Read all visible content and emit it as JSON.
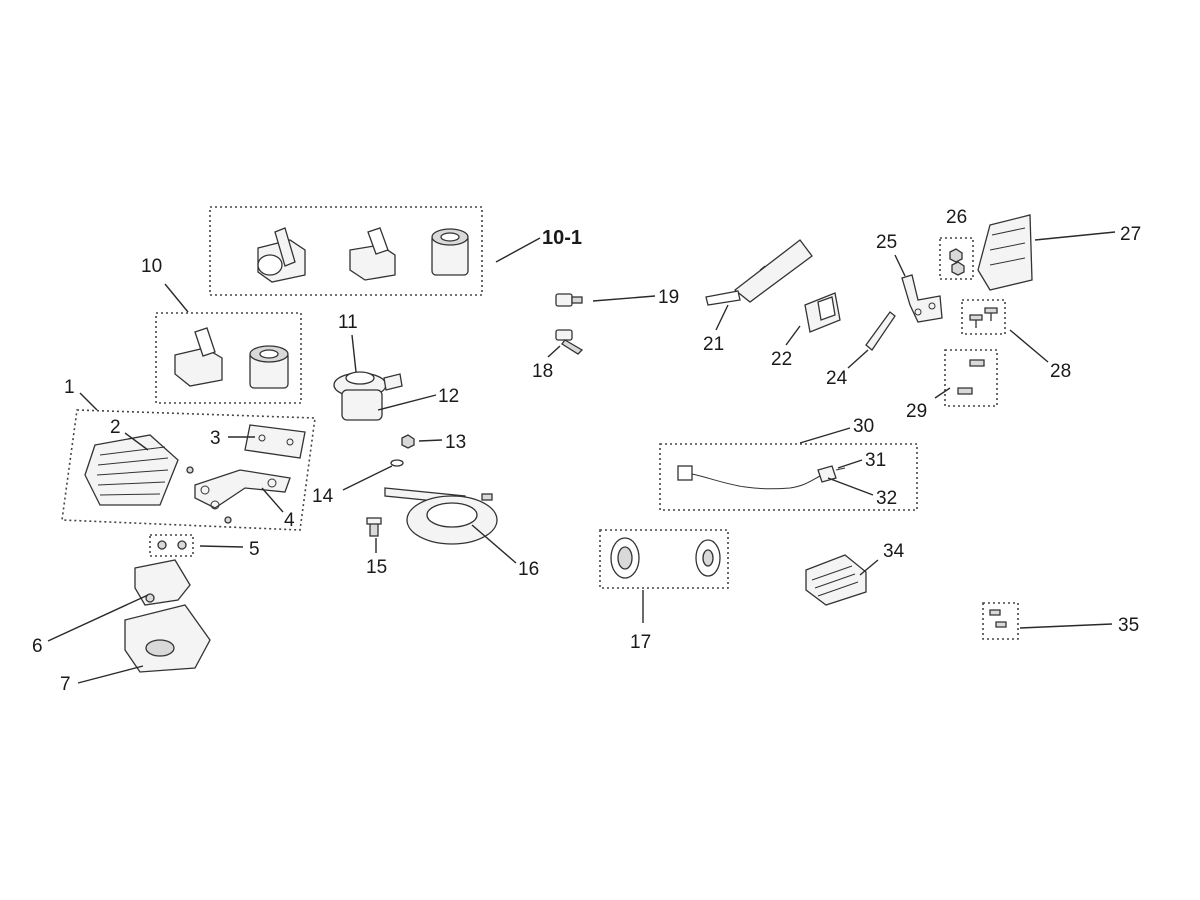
{
  "parts": [
    {
      "id": "label-1",
      "text": "1"
    },
    {
      "id": "label-2",
      "text": "2"
    },
    {
      "id": "label-3",
      "text": "3"
    },
    {
      "id": "label-4",
      "text": "4"
    },
    {
      "id": "label-5",
      "text": "5"
    },
    {
      "id": "label-6",
      "text": "6"
    },
    {
      "id": "label-7",
      "text": "7"
    },
    {
      "id": "label-10",
      "text": "10"
    },
    {
      "id": "label-10-1",
      "text": "10-1"
    },
    {
      "id": "label-11",
      "text": "11"
    },
    {
      "id": "label-12",
      "text": "12"
    },
    {
      "id": "label-13",
      "text": "13"
    },
    {
      "id": "label-14",
      "text": "14"
    },
    {
      "id": "label-15",
      "text": "15"
    },
    {
      "id": "label-16",
      "text": "16"
    },
    {
      "id": "label-17",
      "text": "17"
    },
    {
      "id": "label-18",
      "text": "18"
    },
    {
      "id": "label-19",
      "text": "19"
    },
    {
      "id": "label-21",
      "text": "21"
    },
    {
      "id": "label-22",
      "text": "22"
    },
    {
      "id": "label-24",
      "text": "24"
    },
    {
      "id": "label-25",
      "text": "25"
    },
    {
      "id": "label-26",
      "text": "26"
    },
    {
      "id": "label-27",
      "text": "27"
    },
    {
      "id": "label-28",
      "text": "28"
    },
    {
      "id": "label-29",
      "text": "29"
    },
    {
      "id": "label-30",
      "text": "30"
    },
    {
      "id": "label-31",
      "text": "31"
    },
    {
      "id": "label-32",
      "text": "32"
    },
    {
      "id": "label-34",
      "text": "34"
    },
    {
      "id": "label-35",
      "text": "35"
    }
  ]
}
